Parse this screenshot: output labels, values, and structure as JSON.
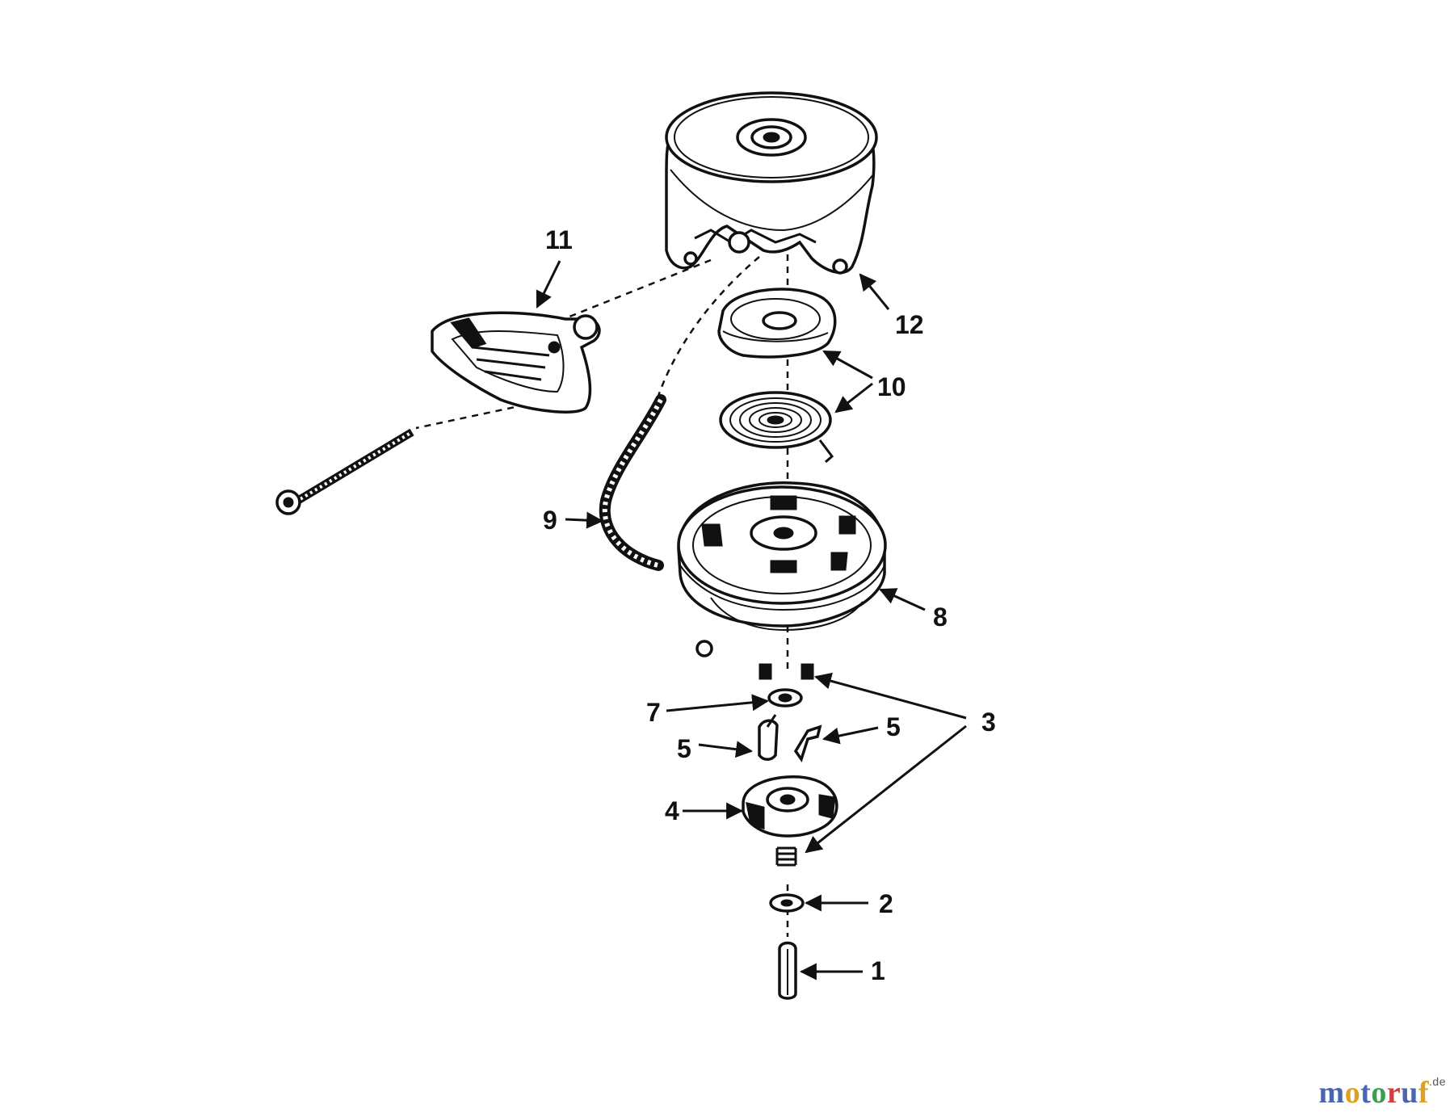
{
  "diagram": {
    "callouts": {
      "c1": "1",
      "c2": "2",
      "c3": "3",
      "c4": "4",
      "c5a": "5",
      "c5b": "5",
      "c7": "7",
      "c8": "8",
      "c9": "9",
      "c10": "10",
      "c11": "11",
      "c12": "12"
    }
  },
  "watermark": {
    "brand": "motoruf",
    "tld": ".de"
  },
  "colors": {
    "ink": "#111111",
    "background": "#ffffff"
  }
}
